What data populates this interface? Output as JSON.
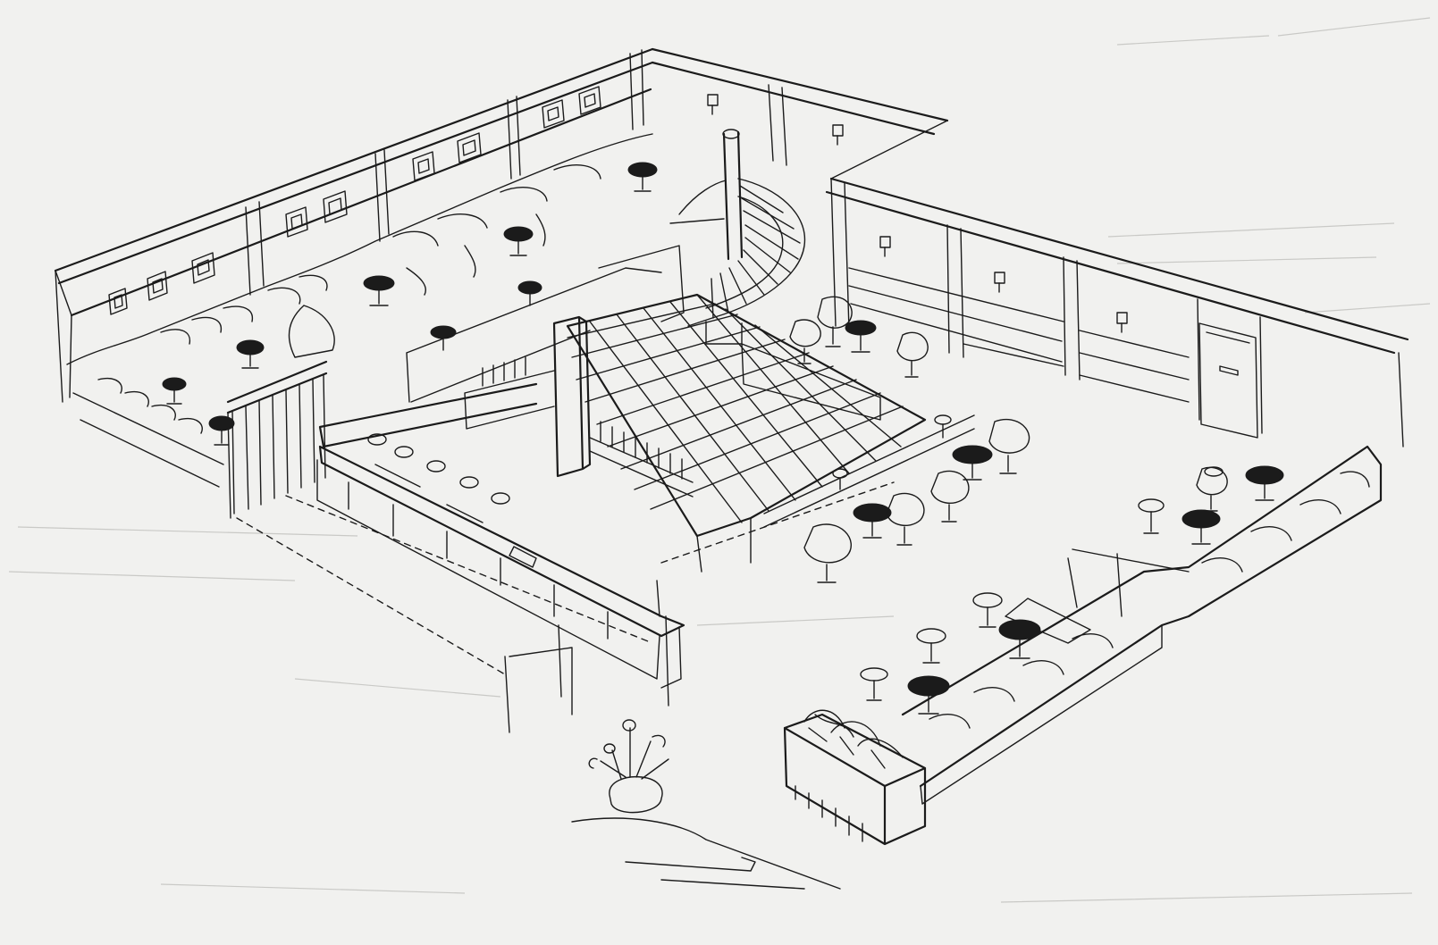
{
  "palette": {
    "paper": "#f1f1ef",
    "ink": "#1b1b1b",
    "show_through": "#c9c9c6"
  },
  "drawing": {
    "style": "hand-drawn-axonometric-sketch",
    "subject": "lounge-interior",
    "elements": [
      "back-wall-with-framed-pictures",
      "right-wall-with-sconces",
      "door",
      "spiral-staircase",
      "tiled-dance-floor",
      "bar-counter-with-stools",
      "bar-back-bottle-rack",
      "left-balustrade",
      "corner-sofa-left",
      "corner-sofa-right",
      "tulip-tables-and-chairs",
      "potted-plant",
      "planter-box",
      "entry-steps"
    ]
  }
}
